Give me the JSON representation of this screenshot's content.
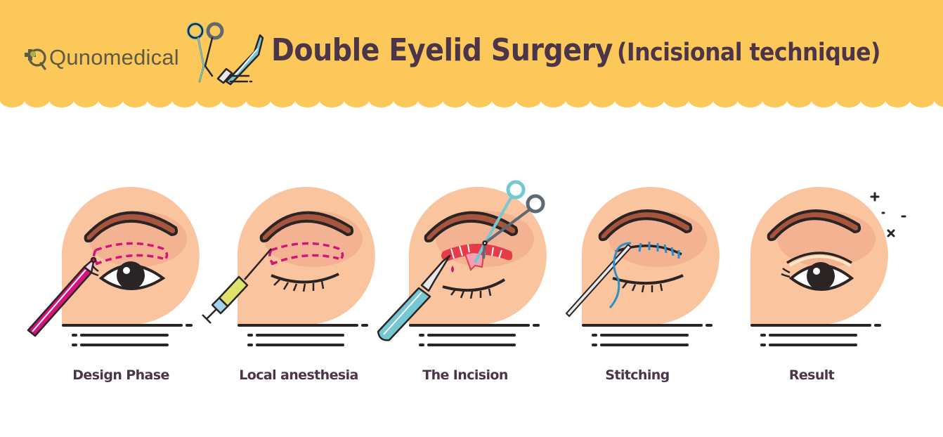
{
  "header": {
    "logo_text": "Qunomedical",
    "title": "Double Eyelid Surgery",
    "subtitle": "(Incisional technique)",
    "header_icon": "scissors-and-scalpel-icon",
    "colors": {
      "banner": "#fdc85a",
      "title": "#4b3548",
      "logo": "#5d5a45"
    }
  },
  "steps": [
    {
      "label": "Design Phase",
      "icon": "marker-pen-icon"
    },
    {
      "label": "Local anesthesia",
      "icon": "syringe-icon"
    },
    {
      "label": "The Incision",
      "icon": "scalpel-and-scissors-icon"
    },
    {
      "label": "Stitching",
      "icon": "needle-and-thread-icon"
    },
    {
      "label": "Result",
      "icon": "open-eye-icon"
    }
  ],
  "colors": {
    "skin": "#f9c49e",
    "brow": "#a8553e",
    "outline": "#2b2424",
    "marker": "#d6127c",
    "tool": "#74c7d3",
    "thread": "#2b8fc9"
  }
}
